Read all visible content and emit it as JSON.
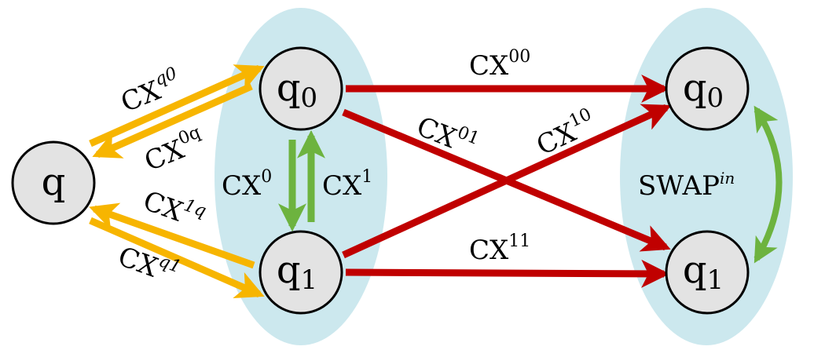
{
  "colors": {
    "cluster_fill": "#cce8ee",
    "node_fill": "#e3e3e3",
    "node_stroke": "#000000",
    "yellow_arrow": "#f7b500",
    "red_arrow": "#c00000",
    "green_arrow": "#6db33f"
  },
  "nodes": {
    "q": {
      "base": "q",
      "sub": ""
    },
    "left_q0": {
      "base": "q",
      "sub": "0"
    },
    "left_q1": {
      "base": "q",
      "sub": "1"
    },
    "right_q0": {
      "base": "q",
      "sub": "0"
    },
    "right_q1": {
      "base": "q",
      "sub": "1"
    }
  },
  "edges": {
    "cx_q0": {
      "base": "CX",
      "sup": "q0"
    },
    "cx_0q": {
      "base": "CX",
      "sup": "0q"
    },
    "cx_1q": {
      "base": "CX",
      "sup": "1q"
    },
    "cx_q1": {
      "base": "CX",
      "sup": "q1"
    },
    "cx_0": {
      "base": "CX",
      "sup": "0"
    },
    "cx_1": {
      "base": "CX",
      "sup": "1"
    },
    "cx_00": {
      "base": "CX",
      "sup": "00"
    },
    "cx_01": {
      "base": "CX",
      "sup": "01"
    },
    "cx_10": {
      "base": "CX",
      "sup": "10"
    },
    "cx_11": {
      "base": "CX",
      "sup": "11"
    },
    "swap_in": {
      "base": "SWAP",
      "sup": "in"
    }
  }
}
